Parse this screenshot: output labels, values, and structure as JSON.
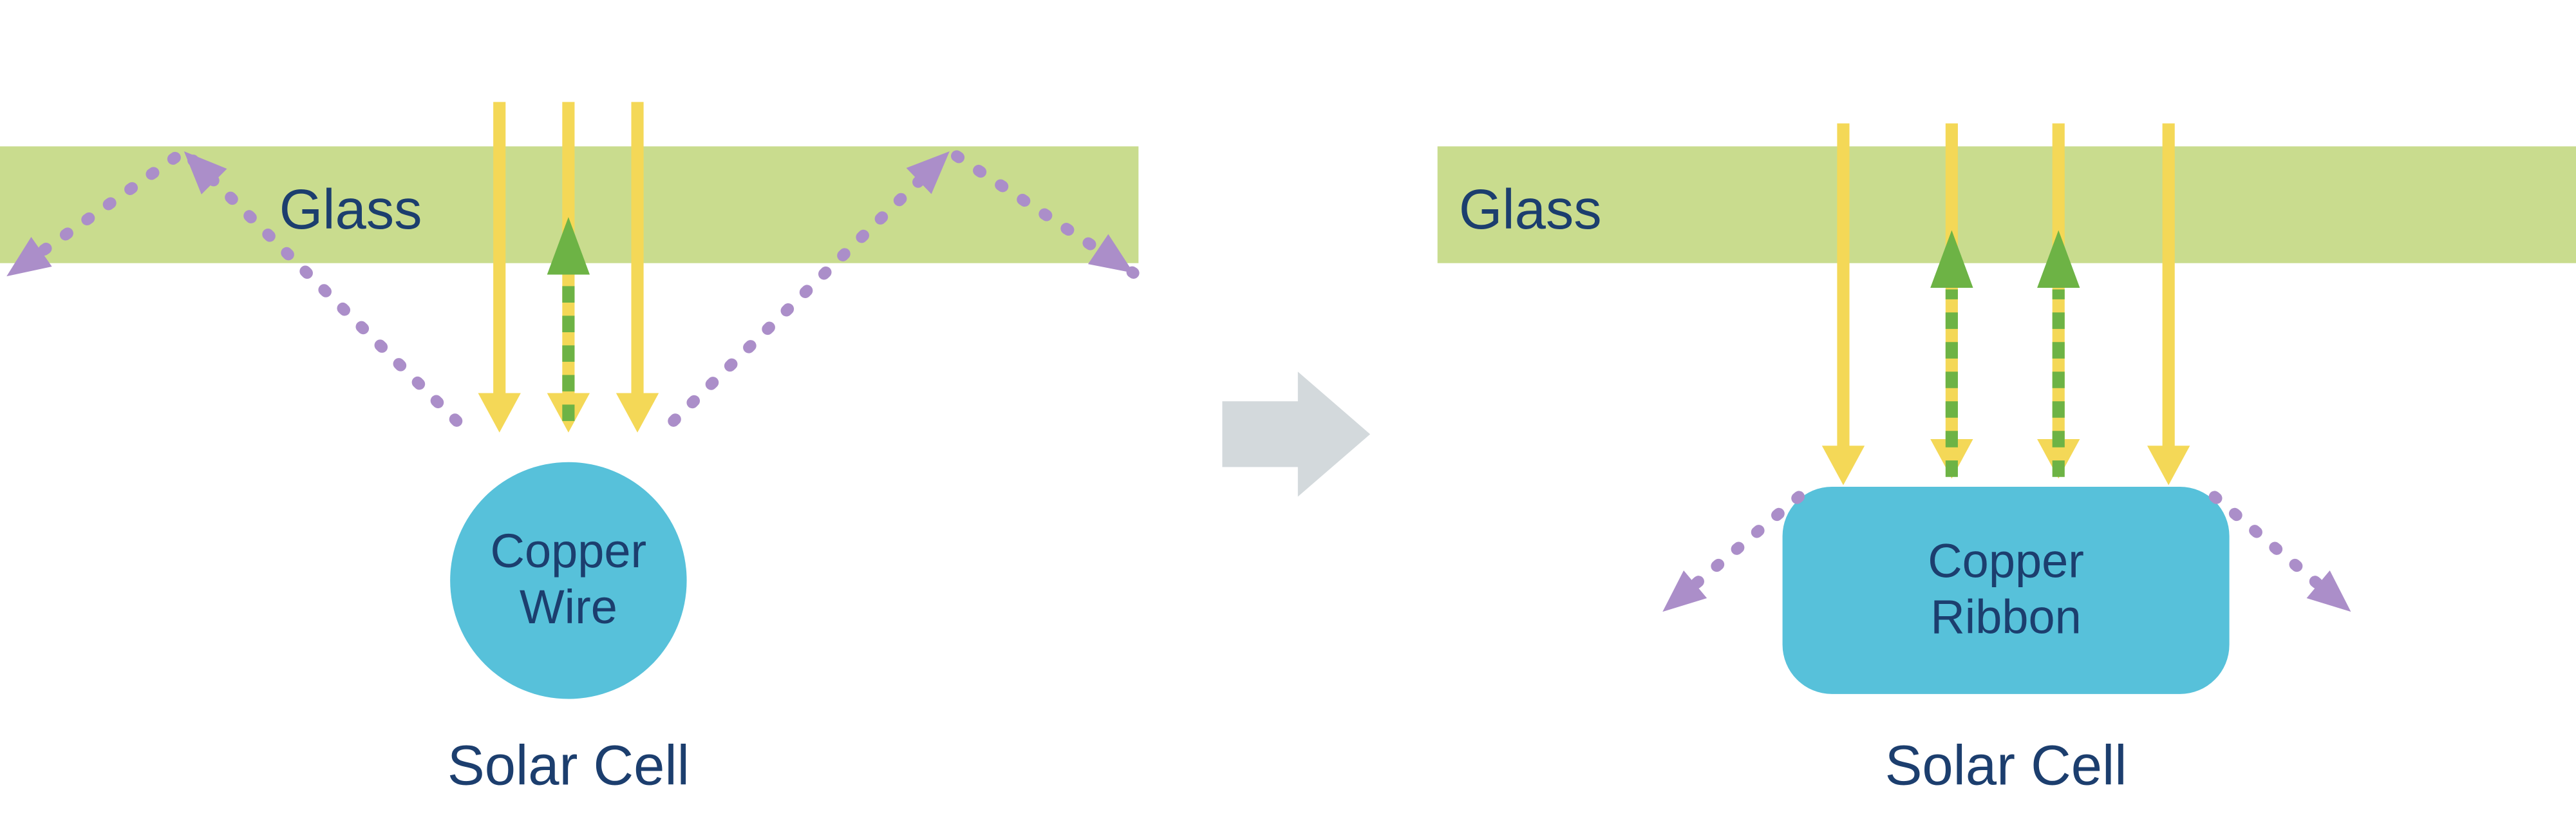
{
  "labels": {
    "left": {
      "glass": "Glass",
      "component_line1": "Copper",
      "component_line2": "Wire",
      "cell": "Solar Cell"
    },
    "right": {
      "glass": "Glass",
      "component_line1": "Copper",
      "component_line2": "Ribbon",
      "cell": "Solar Cell"
    }
  },
  "icons": {
    "sunlight_arrow": "yellow-down-arrow",
    "reflected_light_arrow": "green-dashed-up-arrow",
    "scattered_light_arrow": "purple-dotted-diagonal-arrow",
    "transition_arrow": "gray-right-block-arrow"
  },
  "colors": {
    "background": "#ffffff",
    "glass": "#c9dc8e",
    "text": "#1c3e6e",
    "sunlight": "#f4d857",
    "reflected": "#6db345",
    "scattered": "#ab8ec9",
    "copper": "#57c1da",
    "transition": "#d3d9dc"
  }
}
